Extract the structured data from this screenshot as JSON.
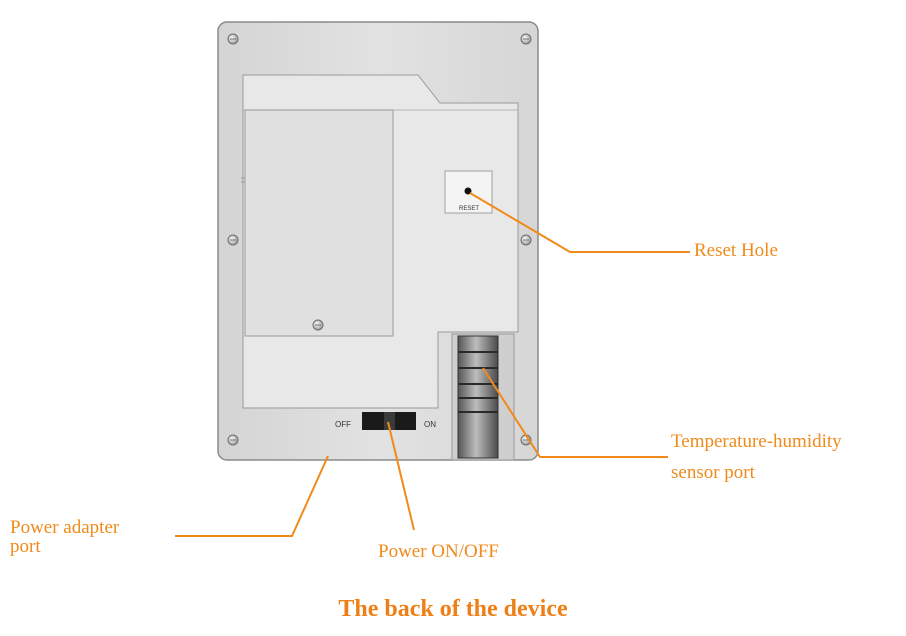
{
  "diagram": {
    "caption": "The back of the device",
    "accent_color": "#f08a1a",
    "callouts": {
      "reset_hole": "Reset Hole",
      "sensor_port_line1": "Temperature-humidity",
      "sensor_port_line2": "sensor port",
      "power_adapter_line1": "Power adapter",
      "power_adapter_line2": "port",
      "power_switch": "Power ON/OFF"
    },
    "device_text": {
      "switch_off": "OFF",
      "switch_on": "ON",
      "reset_marking": "RESET"
    }
  }
}
